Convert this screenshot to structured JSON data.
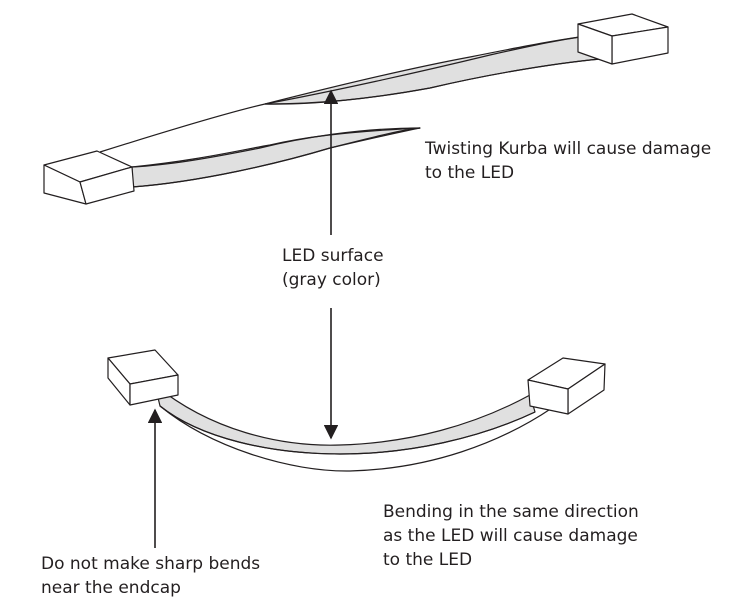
{
  "annotations": {
    "twisting": [
      "Twisting Kurba will cause damage",
      "to the LED"
    ],
    "led_surface": [
      "LED surface",
      "(gray color)"
    ],
    "bending": [
      "Bending in the same direction",
      "as the LED will cause damage",
      "to the LED"
    ],
    "endcap": [
      "Do not make sharp bends",
      "near the endcap"
    ]
  },
  "colors": {
    "stroke": "#231f20",
    "led_surface": "#e0e0e0",
    "endcap_fill": "#ffffff"
  }
}
